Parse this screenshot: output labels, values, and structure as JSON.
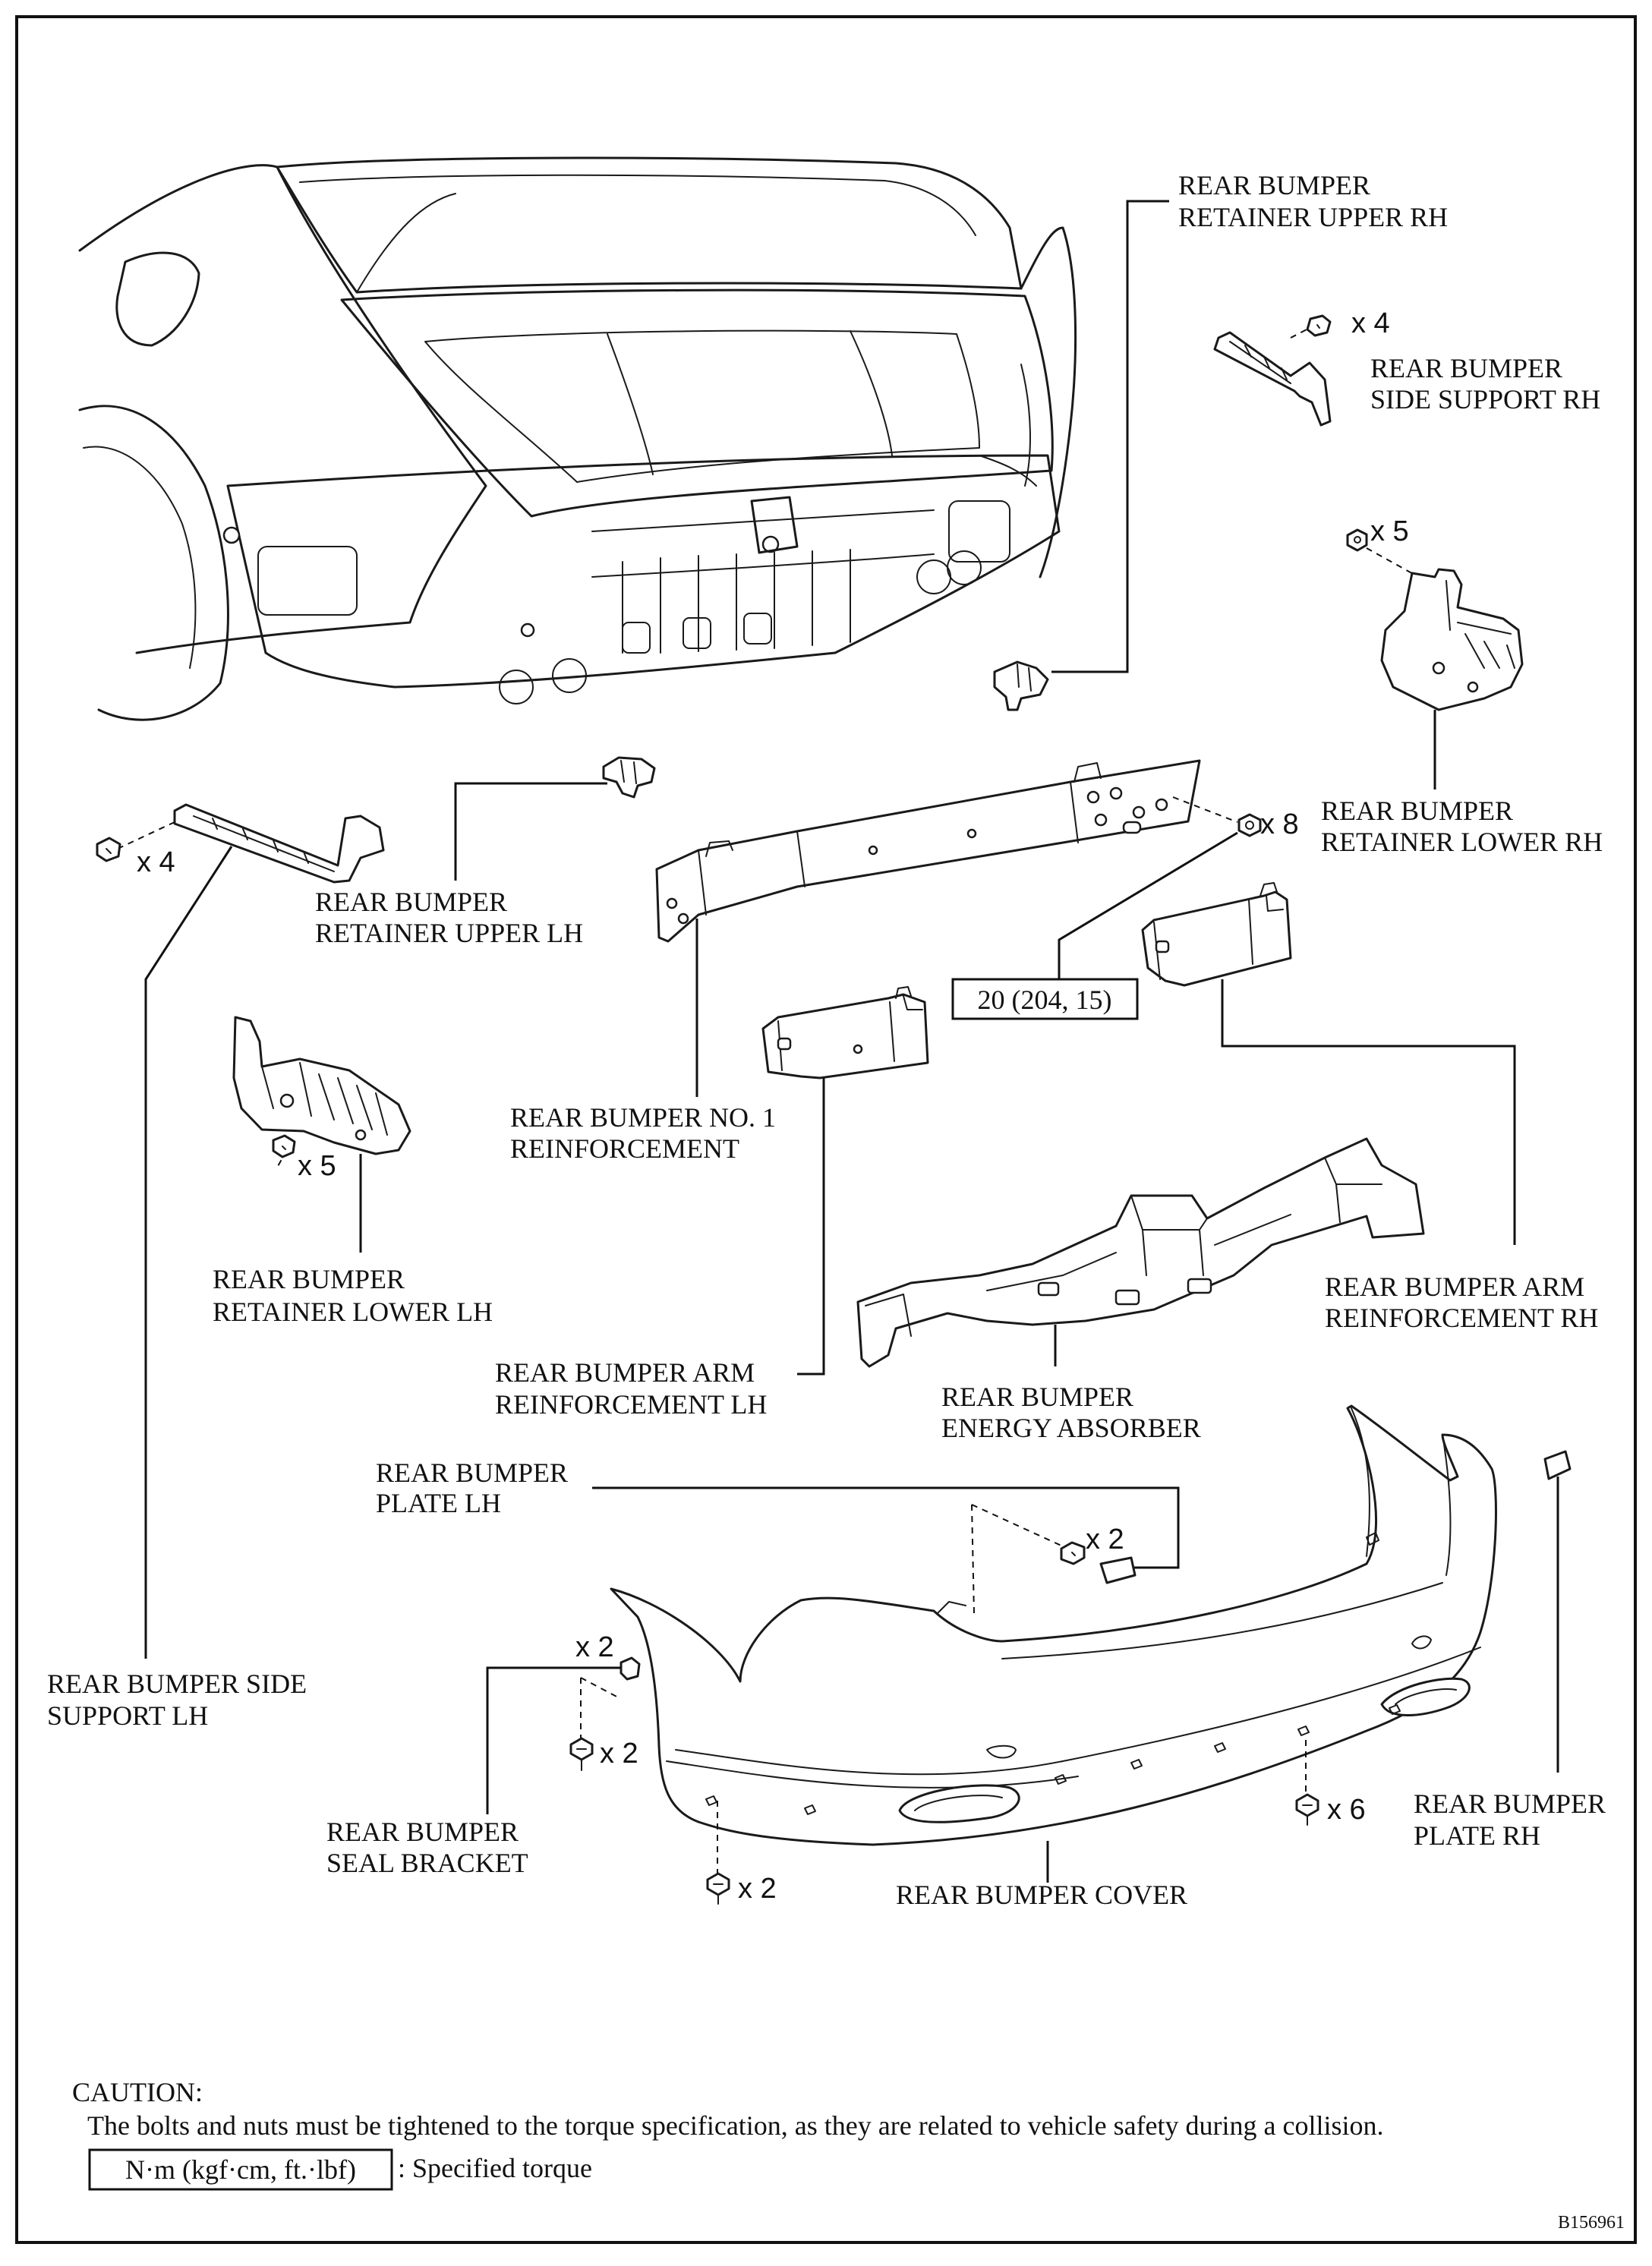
{
  "labels": {
    "retainer_upper_rh": [
      "REAR BUMPER",
      "RETAINER UPPER RH"
    ],
    "side_support_rh": [
      "REAR BUMPER",
      "SIDE SUPPORT RH"
    ],
    "retainer_lower_rh": [
      "REAR BUMPER",
      "RETAINER LOWER RH"
    ],
    "retainer_upper_lh": [
      "REAR BUMPER",
      "RETAINER UPPER LH"
    ],
    "no1_reinforcement": [
      "REAR BUMPER NO. 1",
      "REINFORCEMENT"
    ],
    "retainer_lower_lh": [
      "REAR BUMPER",
      "RETAINER LOWER LH"
    ],
    "arm_reinforcement_rh": [
      "REAR BUMPER ARM",
      "REINFORCEMENT RH"
    ],
    "arm_reinforcement_lh": [
      "REAR BUMPER ARM",
      "REINFORCEMENT LH"
    ],
    "energy_absorber": [
      "REAR BUMPER",
      "ENERGY ABSORBER"
    ],
    "plate_lh": [
      "REAR BUMPER",
      "PLATE LH"
    ],
    "side_support_lh": [
      "REAR BUMPER SIDE",
      "SUPPORT LH"
    ],
    "seal_bracket": [
      "REAR BUMPER",
      "SEAL BRACKET"
    ],
    "plate_rh": [
      "REAR BUMPER",
      "PLATE RH"
    ],
    "bumper_cover": [
      "REAR BUMPER COVER"
    ]
  },
  "quantities": {
    "side_support_rh_fasteners": "x 4",
    "retainer_lower_rh_fasteners": "x 5",
    "reinforcement_nuts": "x 8",
    "side_support_lh_fasteners": "x 4",
    "retainer_lower_lh_fasteners": "x 5",
    "plate_lh_fasteners": "x 2",
    "seal_bracket_clips": "x 2",
    "seal_bracket_screws": "x 2",
    "cover_left_screws": "x 2",
    "cover_lower_screws": "x 6"
  },
  "torque": {
    "value": "20 (204, 15)"
  },
  "caution": {
    "title": "CAUTION:",
    "text": "The bolts and nuts must be tightened to the torque specification, as they are related to vehicle safety during a collision.",
    "legend_box": "N·m (kgf·cm, ft.·lbf)",
    "legend_text": ": Specified torque"
  },
  "illustration_code": "B156961"
}
